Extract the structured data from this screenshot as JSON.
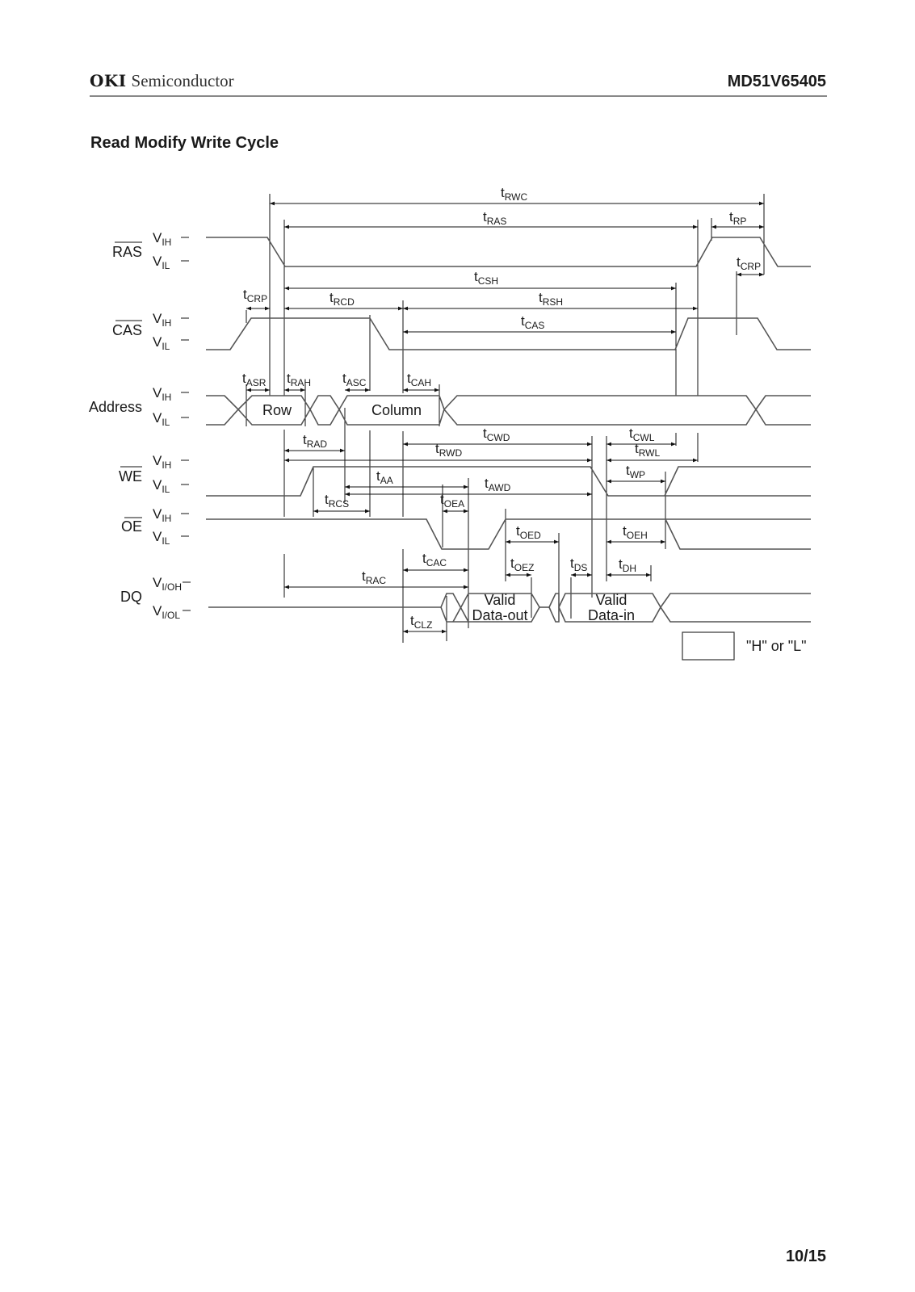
{
  "header": {
    "brand": "OKI",
    "company": "Semiconductor",
    "part_number": "MD51V65405"
  },
  "title": "Read Modify Write Cycle",
  "page": "10/15",
  "diagram": {
    "type": "timing-diagram",
    "signals": [
      {
        "id": "ras",
        "name": "RAS",
        "overbar": true,
        "levels": [
          "VIH",
          "VIL"
        ]
      },
      {
        "id": "cas",
        "name": "CAS",
        "overbar": true,
        "levels": [
          "VIH",
          "VIL"
        ]
      },
      {
        "id": "address",
        "name": "Address",
        "overbar": false,
        "levels": [
          "VIH",
          "VIL"
        ],
        "fields": [
          "Row",
          "Column"
        ]
      },
      {
        "id": "we",
        "name": "WE",
        "overbar": true,
        "levels": [
          "VIH",
          "VIL"
        ]
      },
      {
        "id": "oe",
        "name": "OE",
        "overbar": true,
        "levels": [
          "VIH",
          "VIL"
        ]
      },
      {
        "id": "dq",
        "name": "DQ",
        "overbar": false,
        "levels": [
          "VI/OH",
          "VI/OL"
        ],
        "fields": [
          "Valid Data-out",
          "Valid Data-in"
        ]
      }
    ],
    "level_labels": {
      "vih": {
        "main": "V",
        "sub": "IH"
      },
      "vil": {
        "main": "V",
        "sub": "IL"
      },
      "vioh": {
        "main": "V",
        "sub": "I/OH"
      },
      "viol": {
        "main": "V",
        "sub": "I/OL"
      }
    },
    "bus_labels": {
      "row": "Row",
      "column": "Column",
      "valid1": "Valid",
      "data_out": "Data-out",
      "valid2": "Valid",
      "data_in": "Data-in"
    },
    "timing_params": {
      "RWC": "RWC",
      "RAS": "RAS",
      "RP": "RP",
      "CRP1": "CRP",
      "CRP2": "CRP",
      "CSH": "CSH",
      "RCD": "RCD",
      "RSH": "RSH",
      "CAS": "CAS",
      "ASR": "ASR",
      "RAH": "RAH",
      "ASC": "ASC",
      "CAH": "CAH",
      "RAD": "RAD",
      "CWD": "CWD",
      "RWD": "RWD",
      "CWL": "CWL",
      "RWL": "RWL",
      "AA": "AA",
      "AWD": "AWD",
      "WP": "WP",
      "RCS": "RCS",
      "OEA": "OEA",
      "OED": "OED",
      "OEH": "OEH",
      "CAC": "CAC",
      "OEZ": "OEZ",
      "DS": "DS",
      "DH": "DH",
      "RAC": "RAC",
      "CLZ": "CLZ"
    },
    "legend": {
      "label": "\"H\" or \"L\""
    }
  }
}
